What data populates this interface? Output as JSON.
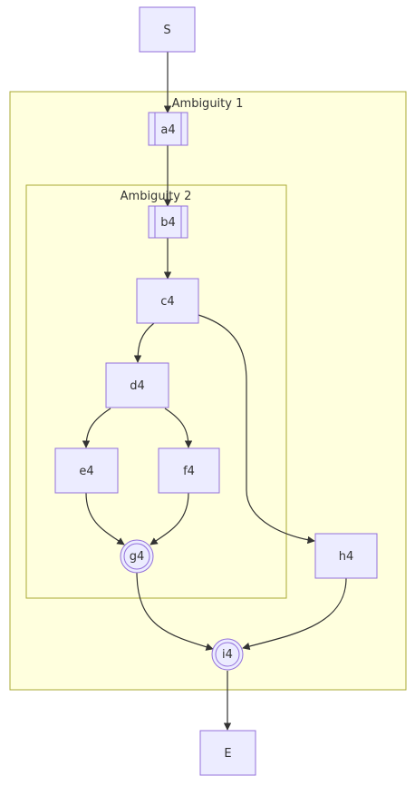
{
  "clusters": {
    "outer": {
      "label": "Ambiguity 1"
    },
    "inner": {
      "label": "Ambiguity 2"
    }
  },
  "nodes": {
    "S": "S",
    "a4": "a4",
    "b4": "b4",
    "c4": "c4",
    "d4": "d4",
    "e4": "e4",
    "f4": "f4",
    "g4": "g4",
    "h4": "h4",
    "i4": "i4",
    "E": "E"
  },
  "colors": {
    "cluster_fill": "#ffffde",
    "cluster_stroke": "#aaaa33",
    "node_fill": "#ececff",
    "node_stroke": "#9370db",
    "edge": "#333333",
    "text": "#333333"
  }
}
